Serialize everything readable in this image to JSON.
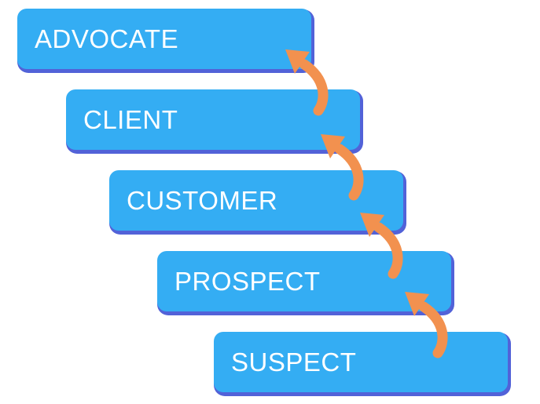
{
  "diagram": {
    "steps": [
      {
        "label": "ADVOCATE"
      },
      {
        "label": "CLIENT"
      },
      {
        "label": "CUSTOMER"
      },
      {
        "label": "PROSPECT"
      },
      {
        "label": "SUSPECT"
      }
    ],
    "arrow_icon": "curved-up-arrow",
    "colors": {
      "background": "#FFFFFF",
      "box_fill": "#34ADF3",
      "box_shadow": "#5262D8",
      "arrow": "#F2914F",
      "label_text": "#FFFFFF"
    }
  }
}
